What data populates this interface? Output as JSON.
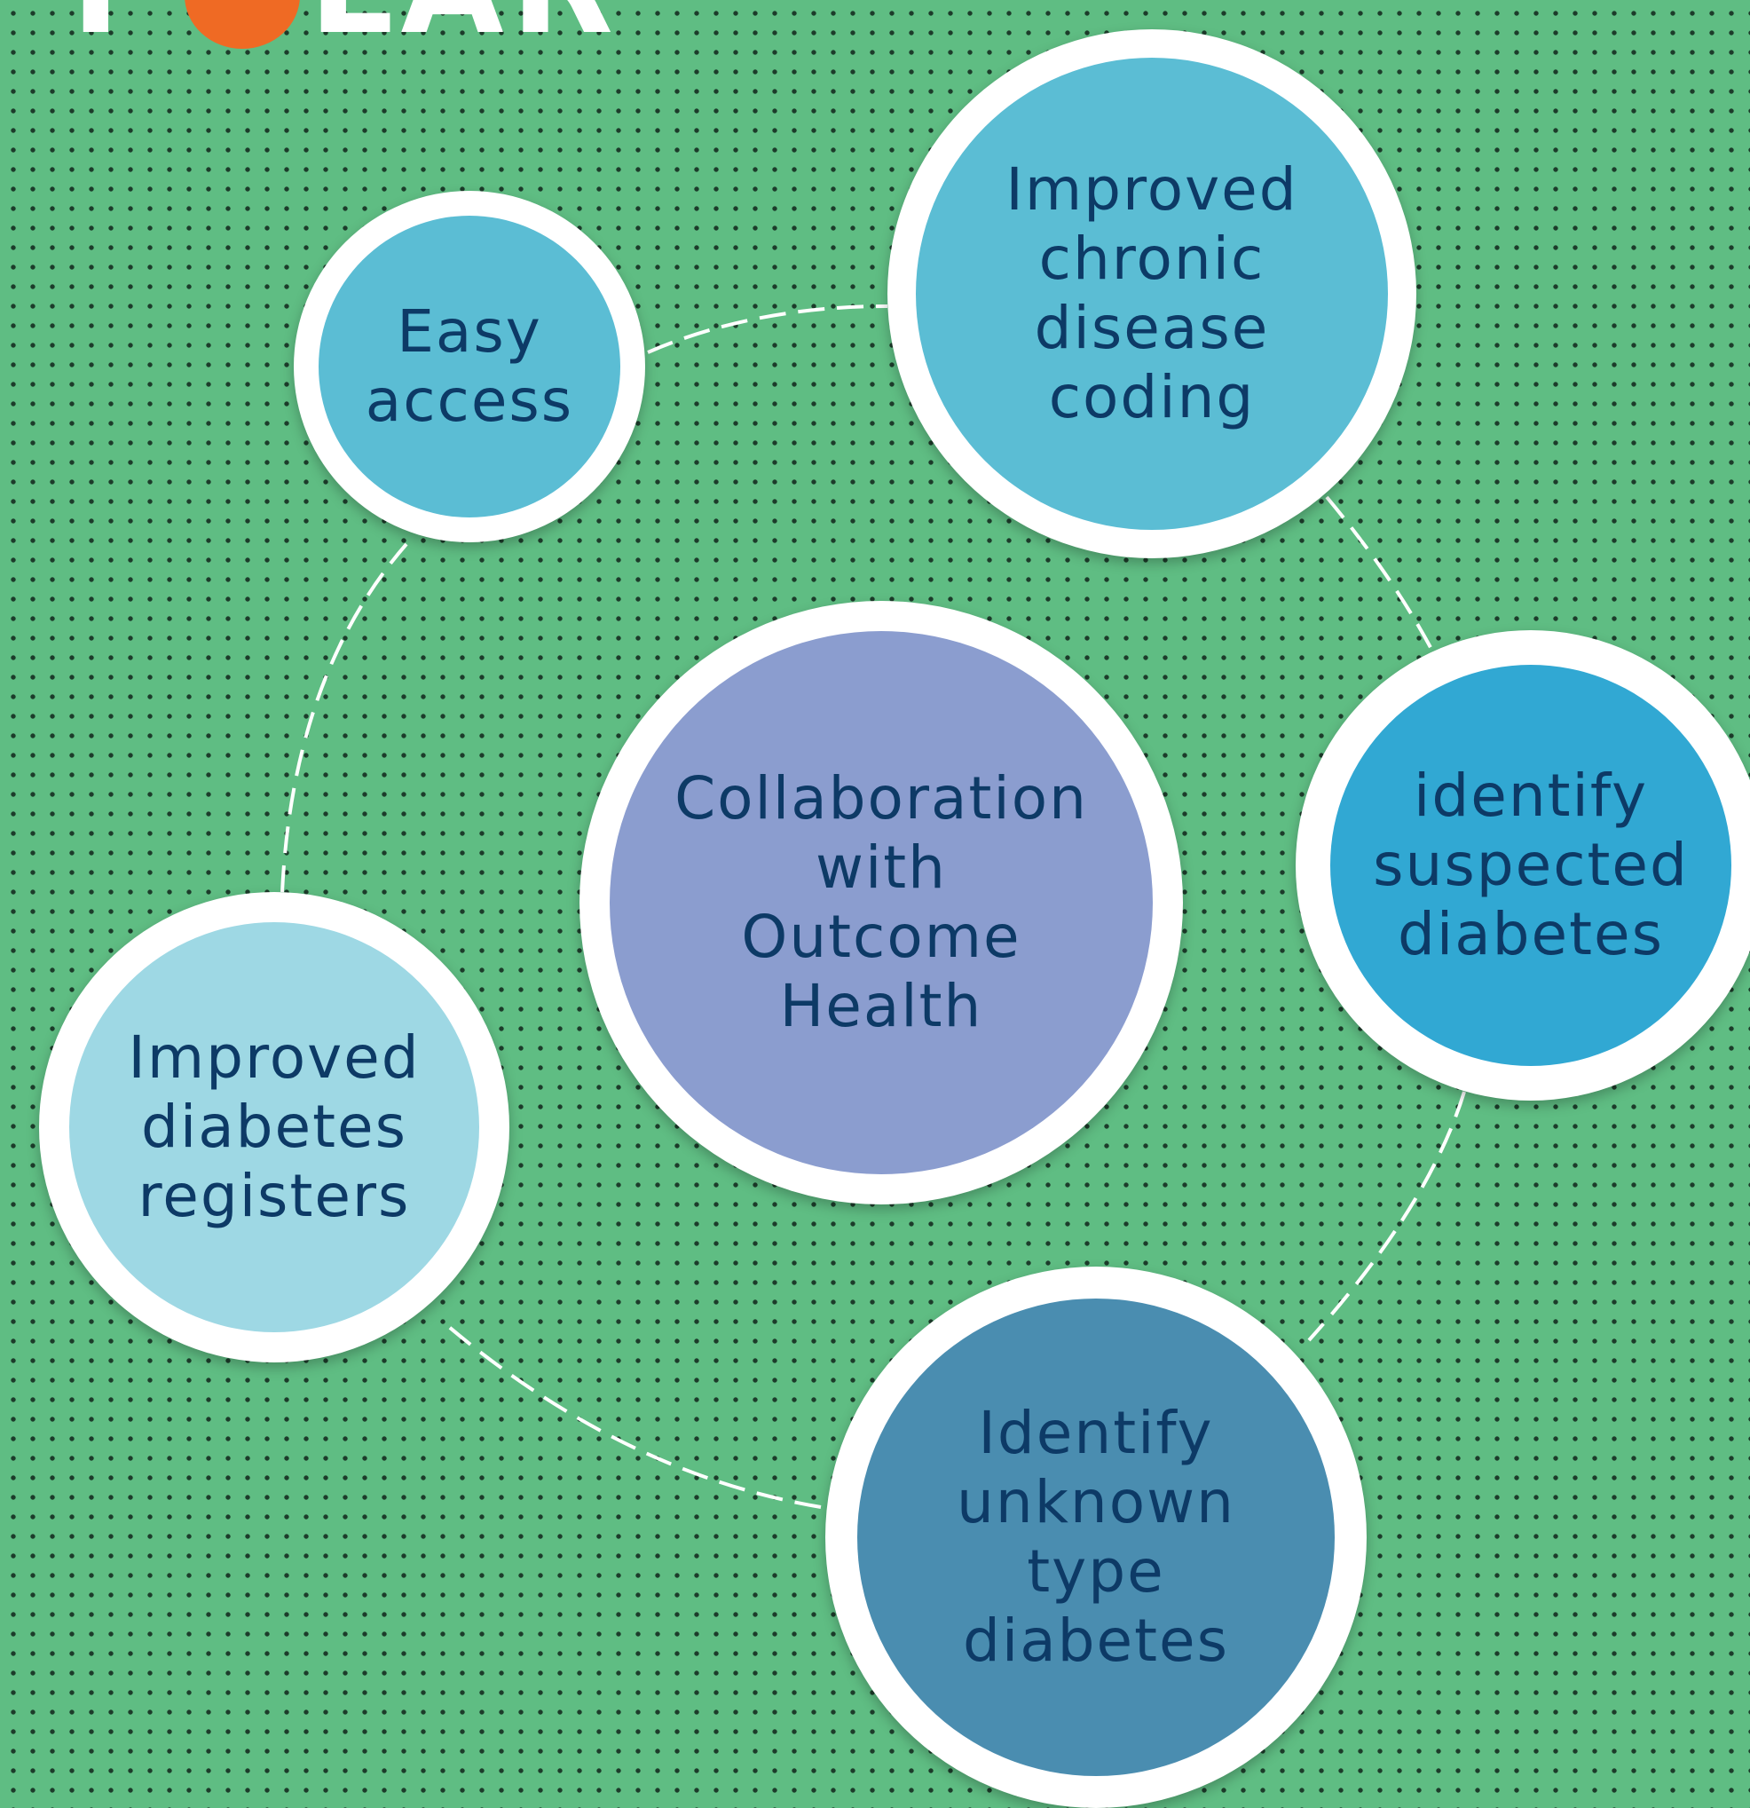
{
  "logo": {
    "text_left": "P",
    "text_right": "LAR",
    "brand_color": "#ef6a24"
  },
  "diagram": {
    "center": {
      "label": "Collaboration\nwith\nOutcome\nHealth",
      "color": "#8b9dcf"
    },
    "nodes": [
      {
        "id": "easy-access",
        "label": "Easy\naccess",
        "color": "#5bbdd4"
      },
      {
        "id": "improved-chronic-disease-coding",
        "label": "Improved\nchronic\ndisease\ncoding",
        "color": "#5bbdd4"
      },
      {
        "id": "identify-suspected-diabetes",
        "label": "identify\nsuspected\ndiabetes",
        "color": "#31a8d3"
      },
      {
        "id": "identify-unknown-type-diabetes",
        "label": "Identify\nunknown\ntype\ndiabetes",
        "color": "#4a8db0"
      },
      {
        "id": "improved-diabetes-registers",
        "label": "Improved\ndiabetes\nregisters",
        "color": "#9ed8e4"
      }
    ],
    "text_color": "#0d3a66",
    "background_color": "#5fbd83"
  }
}
